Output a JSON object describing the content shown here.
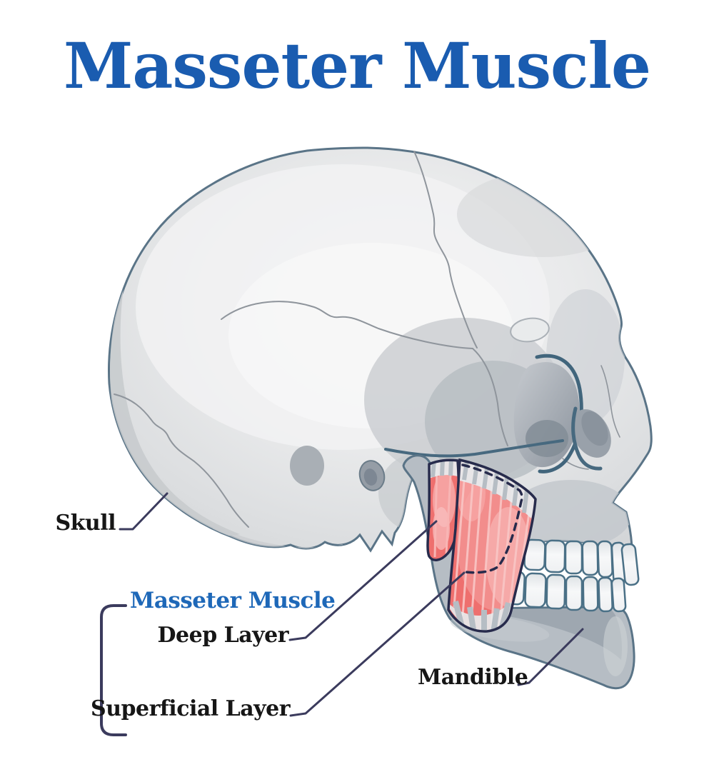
{
  "title": "Masseter Muscle",
  "labels": {
    "skull": "Skull",
    "masseter_group": "Masseter Muscle",
    "deep_layer": "Deep Layer",
    "superficial_layer": "Superficial Layer",
    "mandible": "Mandible"
  },
  "colors": {
    "title_blue": "#1a5cb0",
    "label_blue": "#1e68b8",
    "label_black": "#161616",
    "leader_line": "#3b3b5d",
    "muscle_red": "#ee6f6e",
    "muscle_red_light": "#f6a6a5",
    "muscle_outline": "#272b4c",
    "tendon_gray": "#bcc3ca",
    "skull_fill": "#e2e3e5",
    "skull_shadow": "#c7cacd",
    "skull_outline": "#5a7487",
    "teeth_outline": "#4a7086",
    "mandible_fill": "#b6bdc4",
    "background": "#ffffff"
  }
}
